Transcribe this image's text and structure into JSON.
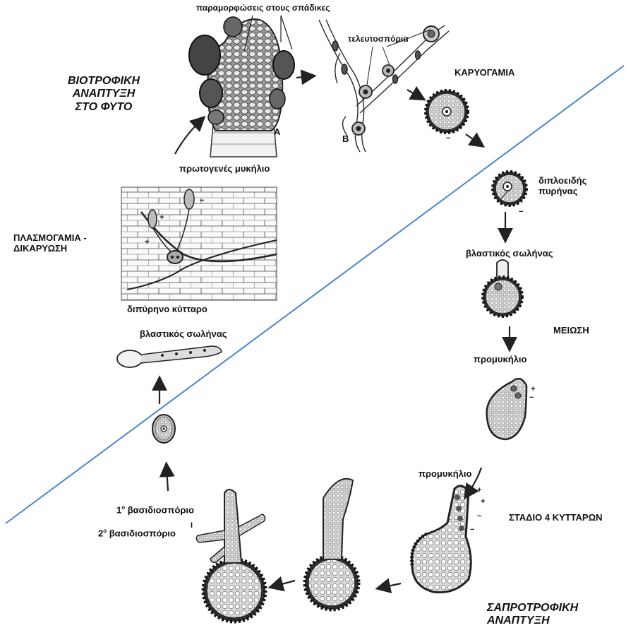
{
  "phases": {
    "biotrophic": [
      "ΒΙΟΤΡΟΦΙΚΗ",
      "ΑΝΑΠΤΥΞΗ",
      "ΣΤΟ ΦΥΤΟ"
    ],
    "saprotrophic": [
      "ΣΑΠΡΟΤΡΟΦΙΚΗ",
      "ΑΝΑΠΤΥΞΗ"
    ]
  },
  "labels": {
    "galls": "παραμορφώσεις  στους σπάδικες",
    "teliospores": "τελευτοσπόρια",
    "karyogamy": "ΚΑΡΥΟΓΑΜΙΑ",
    "diploid_nucleus": [
      "διπλοειδής",
      "πυρήνας"
    ],
    "germ_tube_1": "βλαστικός σωλήνας",
    "meiosis": "ΜΕΙΩΣΗ",
    "promycelium_1": "προμυκήλιο",
    "promycelium_2": "προμυκήλιο",
    "four_cell_stage": "ΣΤΑΔΙΟ  4  ΚΥΤΤΑΡΩΝ",
    "primary_mycelium": "πρωτογενές μυκήλιο",
    "plasmogamy": [
      "ΠΛΑΣΜΟΓΑΜΙΑ -",
      "ΔΙΚΑΡΥΩΣΗ"
    ],
    "binucleate_cell": "διπύρηνο κύτταρο",
    "germ_tube_2": "βλαστικός σωλήνας",
    "basidiospore_1": "1ο βασιδιοσπόριο",
    "basidiospore_2": "2ο βασιδιοσπόριο",
    "panel_a": "A",
    "panel_b": "B"
  },
  "markers": {
    "plus": "+",
    "minus": "−",
    "tick": "I"
  },
  "colors": {
    "divider": "#4a86c8",
    "ink": "#222222"
  }
}
